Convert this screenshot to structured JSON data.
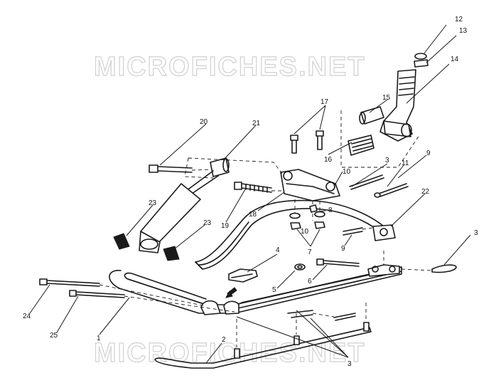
{
  "watermark": "MICROFICHES.NET",
  "callouts": {
    "c1": "1",
    "c2": "2",
    "c3a": "3",
    "c3b": "3",
    "c3c": "3",
    "c4": "4",
    "c5": "5",
    "c6": "6",
    "c7": "7",
    "c8": "8",
    "c9a": "9",
    "c9b": "9",
    "c10a": "10",
    "c10b": "10",
    "c11": "11",
    "c12": "12",
    "c13": "13",
    "c14": "14",
    "c15": "15",
    "c16": "16",
    "c17": "17",
    "c18": "18",
    "c19": "19",
    "c20": "20",
    "c21": "21",
    "c22": "22",
    "c23a": "23",
    "c23b": "23",
    "c24": "24",
    "c25": "25"
  }
}
